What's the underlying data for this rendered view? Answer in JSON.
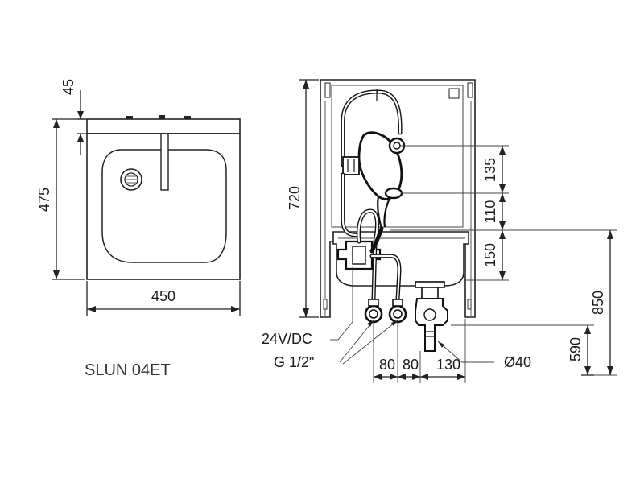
{
  "model_label": "SLUN 04ET",
  "front_view": {
    "dim_top": "45",
    "dim_height": "475",
    "dim_width": "450"
  },
  "side_view": {
    "dim_total_height": "720",
    "dim_135": "135",
    "dim_110": "110",
    "dim_150": "150",
    "dim_850": "850",
    "dim_590": "590",
    "dim_80a": "80",
    "dim_80b": "80",
    "dim_130": "130",
    "dim_drain": "Ø40",
    "label_power": "24V/DC",
    "label_thread": "G 1/2\""
  },
  "colors": {
    "line": "#222222",
    "text": "#1a1a1a"
  }
}
